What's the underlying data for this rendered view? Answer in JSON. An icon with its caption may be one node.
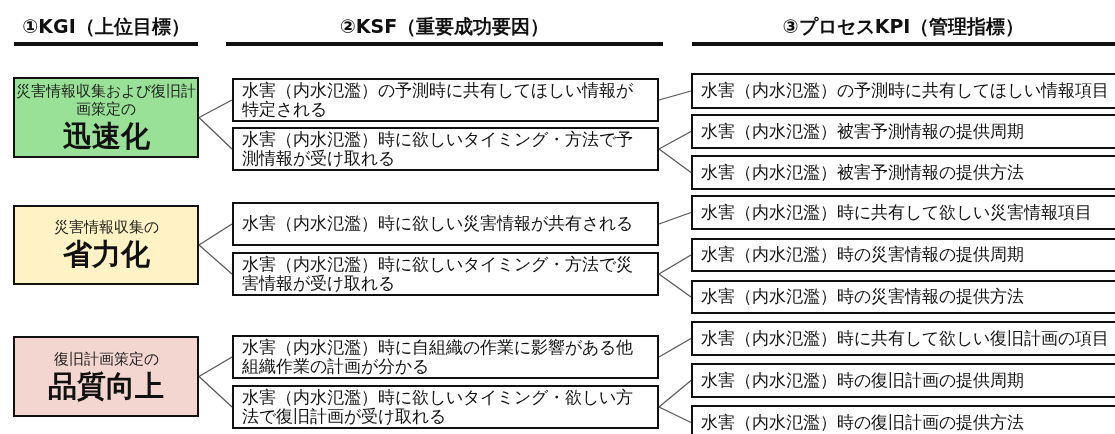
{
  "diagram": {
    "nodes": [
      {
        "text": [
          "災害情報収集および復旧計画策定の",
          "迅速化"
        ]
      },
      {
        "text": [
          "水害（内水氾濫）の予測時に共有してほしい情報が特定される"
        ]
      },
      {
        "text": [
          "水害（内水氾濫）時に欲しいタイミング・方法で予測情報が受け取れる"
        ]
      },
      {
        "text": [
          "水害（内水氾濫）の予測時に共有してほしい情報項目"
        ]
      },
      {
        "text": [
          "水害（内水氾濫）被害予測情報の提供周期"
        ]
      },
      {
        "text": [
          "水害（内水氾濫）被害予測情報の提供方法"
        ]
      },
      {
        "text": [
          "災害情報収集の",
          "省力化"
        ]
      },
      {
        "text": [
          "水害（内水氾濫）時に欲しい災害情報が共有される"
        ]
      },
      {
        "text": [
          "水害（内水氾濫）時に欲しいタイミング・方法で災害情報が受け取れる"
        ]
      },
      {
        "text": [
          "水害（内水氾濫）時に共有して欲しい災害情報項目"
        ]
      },
      {
        "text": [
          "水害（内水氾濫）時の災害情報の提供周期"
        ]
      },
      {
        "text": [
          "水害（内水氾濫）時の災害情報の提供方法"
        ]
      },
      {
        "text": [
          "復旧計画策定の",
          "品質向上"
        ]
      },
      {
        "text": [
          "水害（内水氾濫）時に自組織の作業に影響がある他組織作業の計画が分かる"
        ]
      },
      {
        "text": [
          "水害（内水氾濫）時に欲しいタイミング・欲しい方法で復旧計画が受け取れる"
        ]
      },
      {
        "text": [
          "水害（内水氾濫）時に共有して欲しい復旧計画の項目"
        ]
      },
      {
        "text": [
          "水害（内水氾濫）時の復旧計画の提供周期"
        ]
      },
      {
        "text": [
          "水害（内水氾濫）時の復旧計画の提供方法"
        ]
      }
    ],
    "edges": [
      {
        "from": 0,
        "to": 1,
        "arrow": "none"
      },
      {
        "from": 0,
        "to": 2,
        "arrow": "none"
      },
      {
        "from": 1,
        "to": 3,
        "arrow": "none"
      },
      {
        "from": 2,
        "to": 4,
        "arrow": "none"
      },
      {
        "from": 2,
        "to": 5,
        "arrow": "none"
      },
      {
        "from": 6,
        "to": 7,
        "arrow": "none"
      },
      {
        "from": 6,
        "to": 8,
        "arrow": "none"
      },
      {
        "from": 7,
        "to": 9,
        "arrow": "none"
      },
      {
        "from": 8,
        "to": 10,
        "arrow": "none"
      },
      {
        "from": 8,
        "to": 11,
        "arrow": "none"
      },
      {
        "from": 12,
        "to": 13,
        "arrow": "none"
      },
      {
        "from": 12,
        "to": 14,
        "arrow": "none"
      },
      {
        "from": 13,
        "to": 15,
        "arrow": "none"
      },
      {
        "from": 14,
        "to": 16,
        "arrow": "none"
      },
      {
        "from": 14,
        "to": 17,
        "arrow": "none"
      }
    ],
    "labels": [
      "①KGI（上位目標）",
      "②KSF（重要成功要因）",
      "③プロセスKPI（管理指標）"
    ]
  }
}
